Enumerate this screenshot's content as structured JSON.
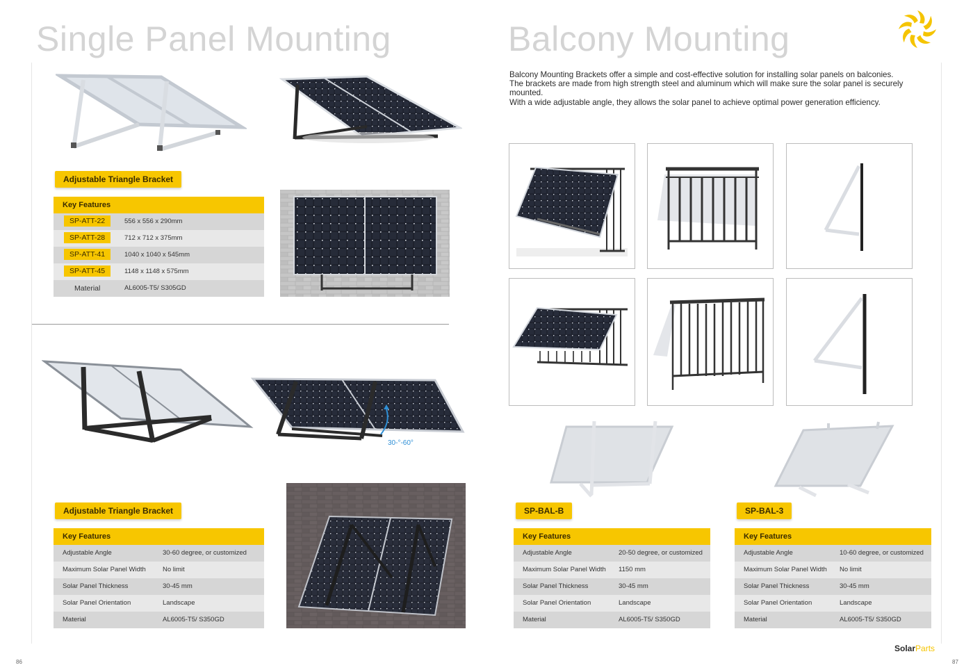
{
  "left_page": {
    "title": "Single Panel Mounting",
    "page_number": "86",
    "top_product": {
      "badge": "Adjustable Triangle Bracket",
      "table_header": "Key Features",
      "rows": [
        {
          "code": "SP-ATT-22",
          "value": "556 x 556 x 290mm"
        },
        {
          "code": "SP-ATT-28",
          "value": "712 x 712 x 375mm"
        },
        {
          "code": "SP-ATT-41",
          "value": "1040 x 1040 x 545mm"
        },
        {
          "code": "SP-ATT-45",
          "value": "1148 x 1148 x 575mm"
        }
      ],
      "material_label": "Material",
      "material_value": "AL6005-T5/ S305GD"
    },
    "bottom_product": {
      "badge": "Adjustable Triangle Bracket",
      "angle_annotation": "30-°-60°",
      "table_header": "Key Features",
      "rows": [
        {
          "key": "Adjustable Angle",
          "value": "30-60 degree, or customized"
        },
        {
          "key": "Maximum Solar Panel Width",
          "value": "No limit"
        },
        {
          "key": "Solar Panel Thickness",
          "value": "30-45 mm"
        },
        {
          "key": "Solar Panel Orientation",
          "value": "Landscape"
        },
        {
          "key": "Material",
          "value": "AL6005-T5/ S350GD"
        }
      ]
    }
  },
  "right_page": {
    "title": "Balcony Mounting",
    "page_number": "87",
    "description": [
      "Balcony Mounting Brackets offer a simple and cost-effective solution for installing solar panels on balconies.",
      "The brackets are made from high strength steel and aluminum which will make sure the solar panel is securely mounted.",
      "With a wide adjustable angle, they allows the solar panel to achieve optimal power generation efficiency."
    ],
    "product_b": {
      "badge": "SP-BAL-B",
      "table_header": "Key Features",
      "rows": [
        {
          "key": "Adjustable Angle",
          "value": "20-50 degree, or customized"
        },
        {
          "key": "Maximum Solar Panel Width",
          "value": "1150 mm"
        },
        {
          "key": "Solar Panel Thickness",
          "value": "30-45 mm"
        },
        {
          "key": "Solar Panel Orientation",
          "value": "Landscape"
        },
        {
          "key": "Material",
          "value": "AL6005-T5/ S350GD"
        }
      ]
    },
    "product_3": {
      "badge": "SP-BAL-3",
      "table_header": "Key Features",
      "rows": [
        {
          "key": "Adjustable Angle",
          "value": "10-60 degree, or customized"
        },
        {
          "key": "Maximum Solar Panel Width",
          "value": "No limit"
        },
        {
          "key": "Solar Panel Thickness",
          "value": "30-45 mm"
        },
        {
          "key": "Solar Panel Orientation",
          "value": "Landscape"
        },
        {
          "key": "Material",
          "value": "AL6005-T5/ S350GD"
        }
      ]
    },
    "brand": {
      "part1": "Solar",
      "part2": "Parts",
      "logo_icon": "sunflower-logo-icon"
    }
  },
  "colors": {
    "accent": "#f7c600",
    "title_gray": "#d4d4d4",
    "row_dark": "#d6d6d6",
    "row_light": "#e8e8e8",
    "angle_blue": "#2e8fd6"
  }
}
